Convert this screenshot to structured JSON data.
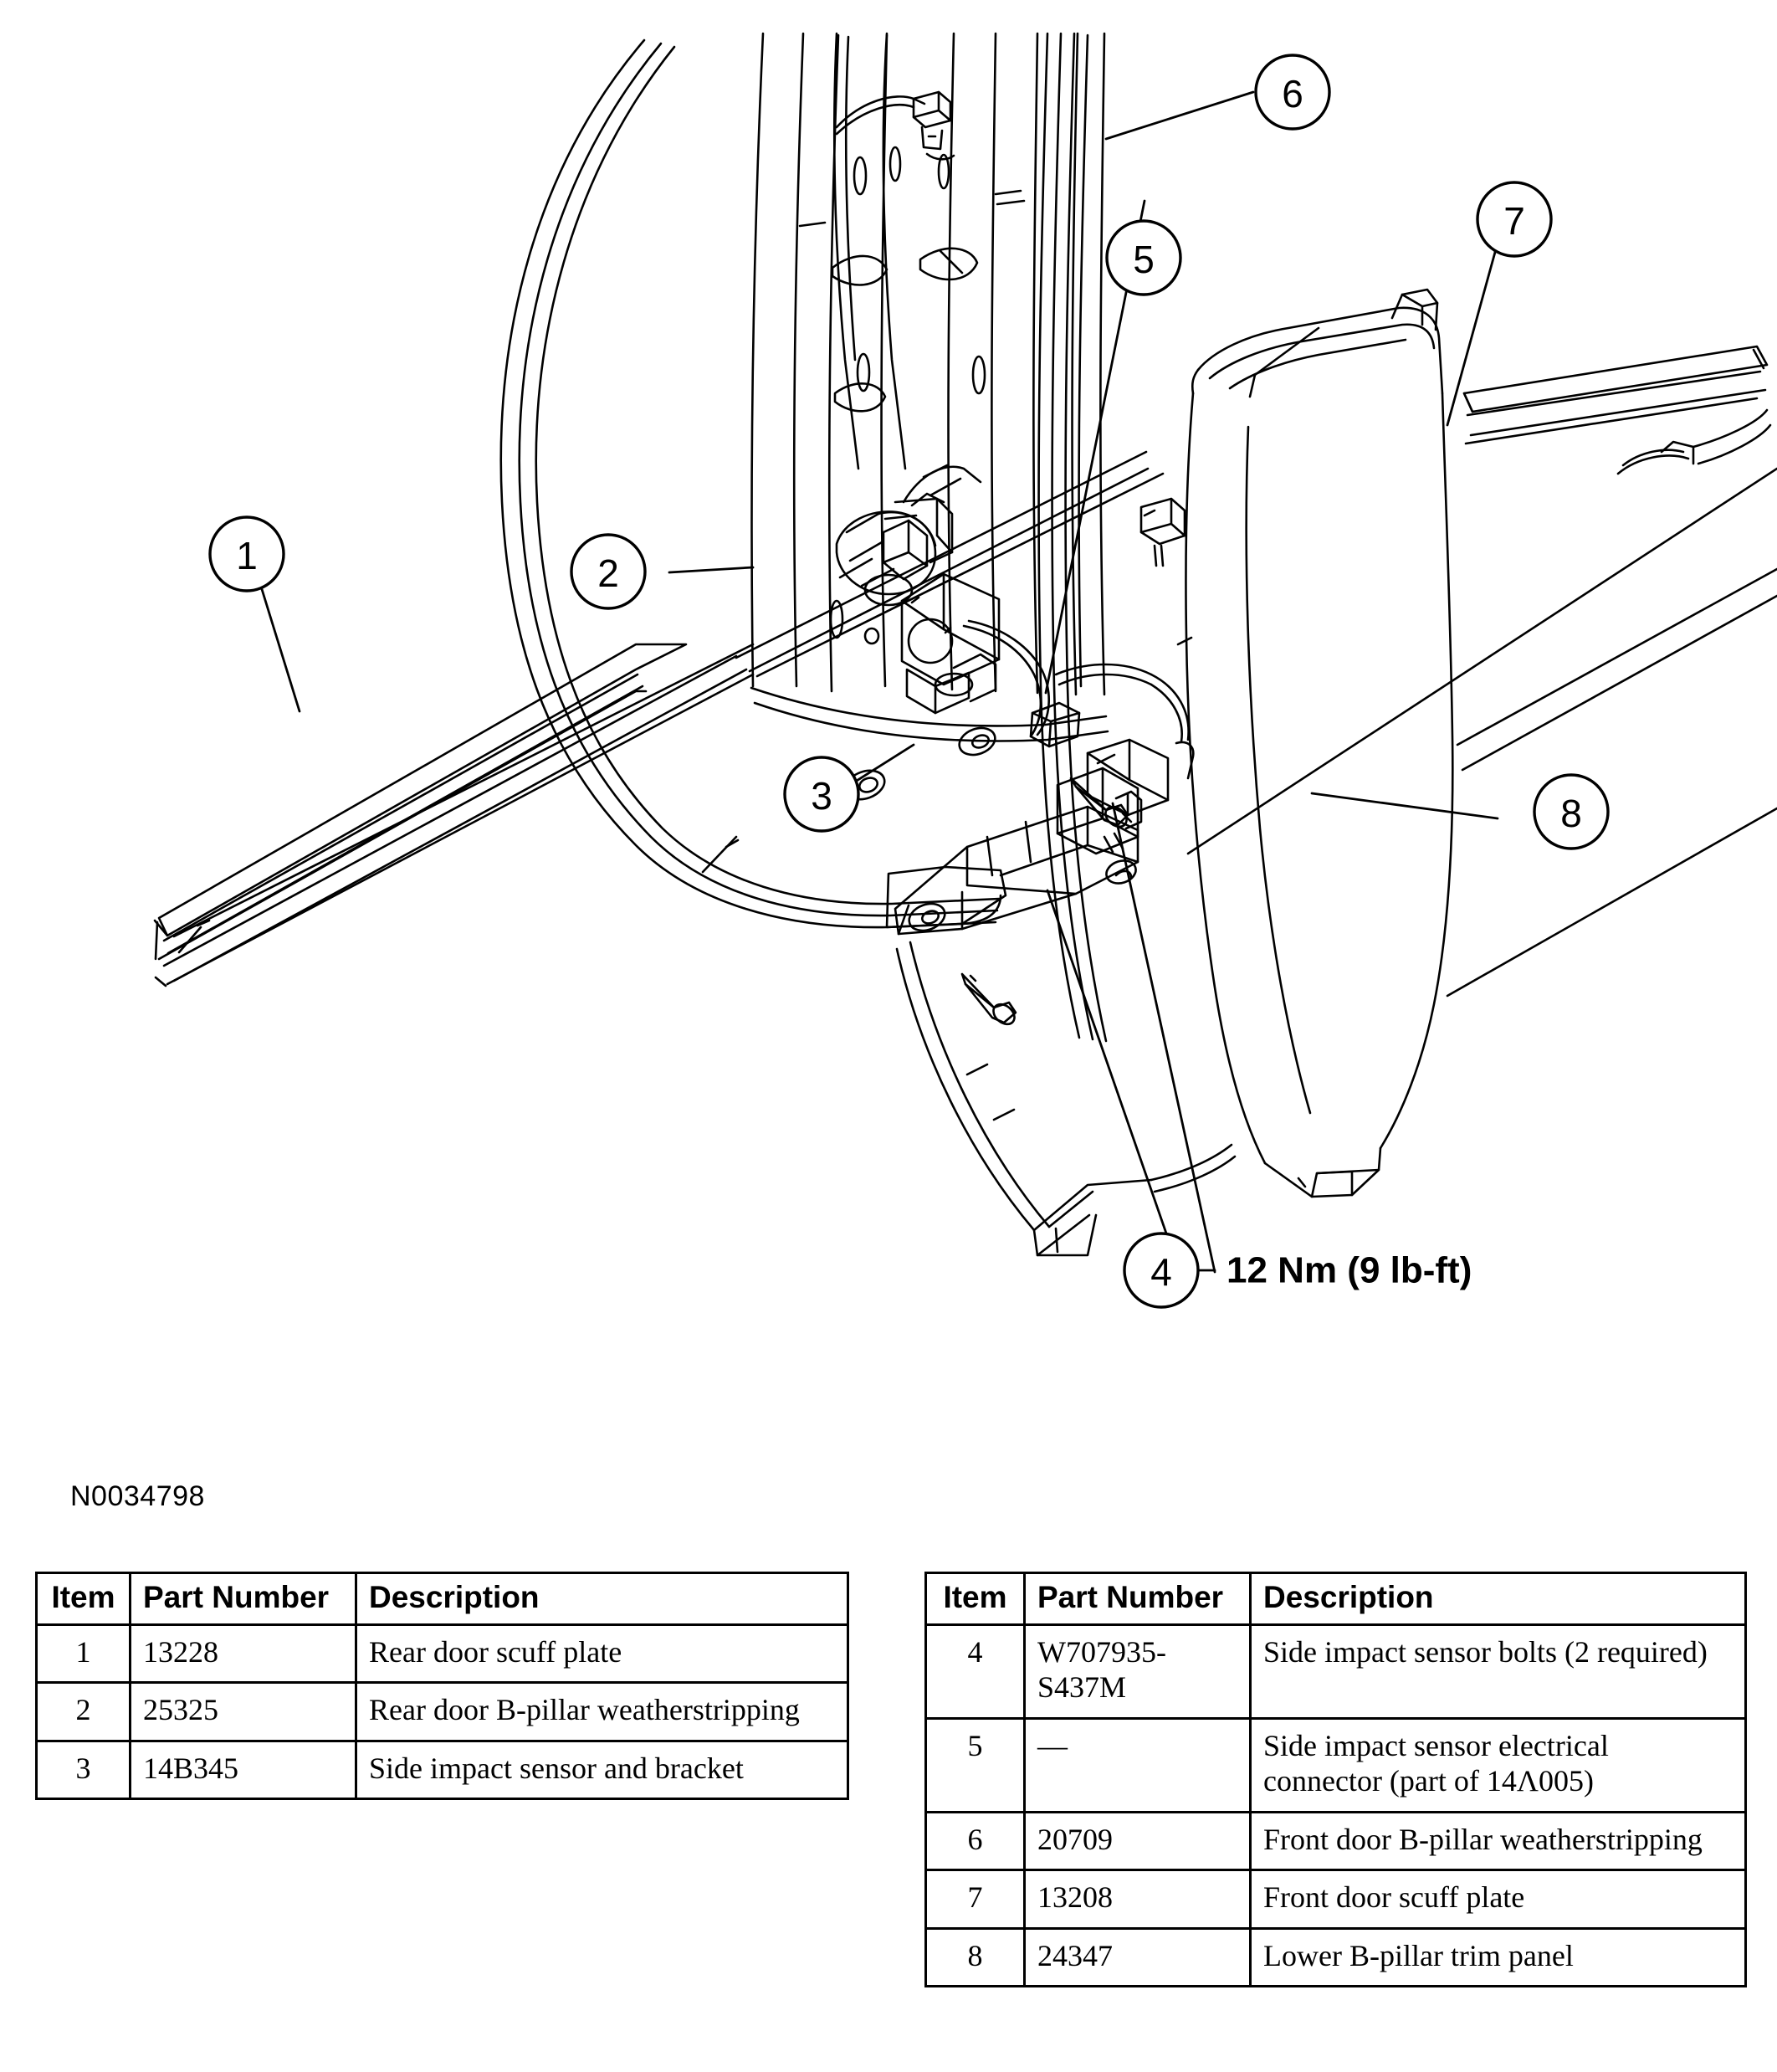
{
  "figure": {
    "id_label": "N0034798",
    "torque_note": "12 Nm (9 lb-ft)",
    "torque_callout_number": "4",
    "callouts": [
      {
        "number": "1",
        "label": "Rear door scuff plate"
      },
      {
        "number": "2",
        "label": "Rear door B-pillar weatherstripping"
      },
      {
        "number": "3",
        "label": "Side impact sensor and bracket"
      },
      {
        "number": "4",
        "label": "Side impact sensor bolts"
      },
      {
        "number": "5",
        "label": "Side impact sensor electrical connector"
      },
      {
        "number": "6",
        "label": "Front door B-pillar weatherstripping"
      },
      {
        "number": "7",
        "label": "Front door scuff plate"
      },
      {
        "number": "8",
        "label": "Lower B-pillar trim panel"
      }
    ]
  },
  "table_left": {
    "headers": [
      "Item",
      "Part Number",
      "Description"
    ],
    "rows": [
      {
        "item": "1",
        "part": "13228",
        "desc": "Rear door scuff plate"
      },
      {
        "item": "2",
        "part": "25325",
        "desc": "Rear door B-pillar weatherstripping"
      },
      {
        "item": "3",
        "part": "14B345",
        "desc": "Side impact sensor and bracket"
      }
    ]
  },
  "table_right": {
    "headers": [
      "Item",
      "Part Number",
      "Description"
    ],
    "rows": [
      {
        "item": "4",
        "part": "W707935-S437M",
        "desc": "Side impact sensor bolts (2 required)"
      },
      {
        "item": "5",
        "part": "—",
        "desc": "Side impact sensor electrical connector (part of 14Λ005)"
      },
      {
        "item": "6",
        "part": "20709",
        "desc": "Front door B-pillar weatherstripping"
      },
      {
        "item": "7",
        "part": "13208",
        "desc": "Front door scuff plate"
      },
      {
        "item": "8",
        "part": "24347",
        "desc": "Lower B-pillar trim panel"
      }
    ]
  },
  "colors": {
    "line": "#000000",
    "background": "#ffffff"
  }
}
